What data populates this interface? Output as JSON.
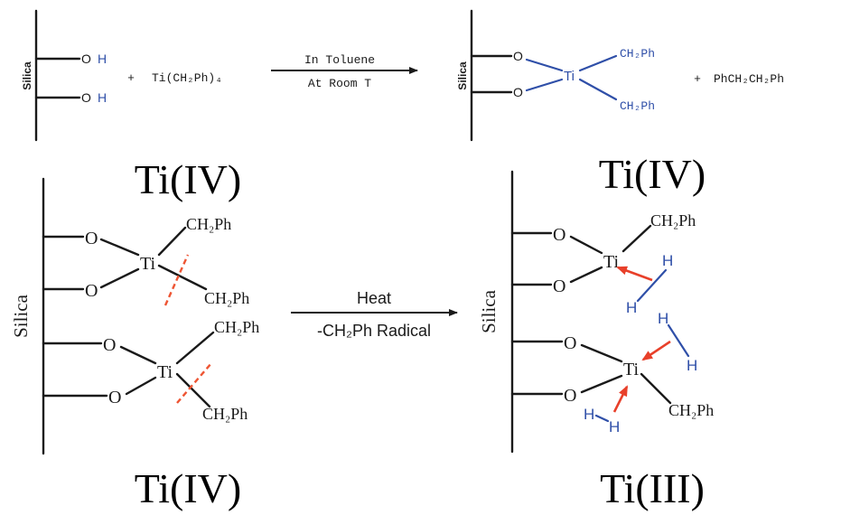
{
  "colors": {
    "ink": "#1a1a1a",
    "ligand_blue": "#2f4fa8",
    "arrow_red": "#e8402a",
    "cleave_red": "#ee5533",
    "background": "#ffffff"
  },
  "top_reaction": {
    "support_label": "Silica",
    "reactant_groups": [
      {
        "atom": "O",
        "h": "H"
      },
      {
        "atom": "O",
        "h": "H"
      }
    ],
    "plus_1": "+",
    "reagent": "Ti(CH₂Ph)₄",
    "conditions_above": "In Toluene",
    "conditions_below": "At Room T",
    "product_support_label": "Silica",
    "product_oxygens": [
      "O",
      "O"
    ],
    "product_metal": "Ti",
    "product_ligands": [
      "CH₂Ph",
      "CH₂Ph"
    ],
    "plus_2": "+",
    "byproduct": "PhCH₂CH₂Ph",
    "left_oxidation_state": "Ti(IV)",
    "right_oxidation_state": "Ti(IV)"
  },
  "bottom_reaction": {
    "support_label": "Silica",
    "reactant_sites": [
      {
        "oxygens": [
          "O",
          "O"
        ],
        "metal": "Ti",
        "ligands": [
          "CH₂Ph",
          "CH₂Ph"
        ]
      },
      {
        "oxygens": [
          "O",
          "O"
        ],
        "metal": "Ti",
        "ligands": [
          "CH₂Ph",
          "CH₂Ph"
        ]
      }
    ],
    "arrow_label_above": "Heat",
    "arrow_label_below": "-CH₂Ph Radical",
    "product_support_label": "Silica",
    "product_sites": [
      {
        "oxygens": [
          "O",
          "O"
        ],
        "metal": "Ti",
        "ligand": "CH₂Ph",
        "h2": [
          "H",
          "H"
        ]
      },
      {
        "oxygens": [
          "O",
          "O"
        ],
        "metal": "Ti",
        "ligand": "CH₂Ph",
        "h2_a": [
          "H",
          "H"
        ],
        "h2_b": [
          "H",
          "H"
        ]
      }
    ],
    "left_oxidation_state": "Ti(IV)",
    "right_oxidation_state": "Ti(III)"
  }
}
